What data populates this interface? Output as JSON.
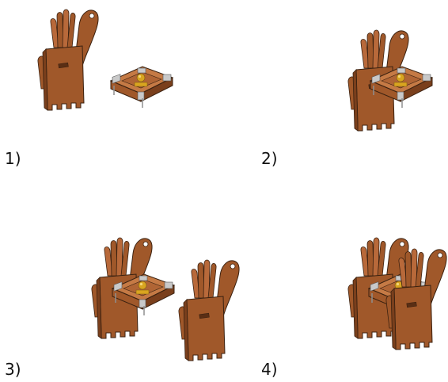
{
  "steps": [
    {
      "label": "1)"
    },
    {
      "label": "2)"
    },
    {
      "label": "3)"
    },
    {
      "label": "4)"
    }
  ],
  "colors": {
    "wood": "#a0582a",
    "wood_dark": "#7a3f1c",
    "wood_light": "#c57a45",
    "metal": "#c9c9c9",
    "metal_dark": "#8f8f8f",
    "brass": "#d9a520",
    "stroke": "#3a2110"
  }
}
